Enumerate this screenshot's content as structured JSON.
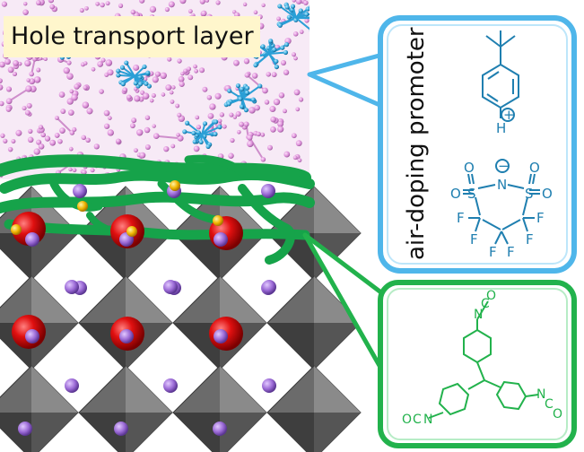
{
  "layer_label": "Hole transport layer",
  "promoter_label": "air-doping promoter",
  "pyridinium": {
    "h": "H",
    "charge": "+"
  },
  "tfsi": {
    "o": "O",
    "s": "S",
    "n": "N",
    "f": "F",
    "charge": "−"
  },
  "triisocyanate": {
    "o": "O",
    "c": "C",
    "n": "N"
  },
  "colors": {
    "green_polymer": "#16a34a",
    "blue_box": "#4fb6ea",
    "green_box": "#22b24c",
    "pink_htl": "#d98bd6",
    "blue_dopant": "#2a9fd6",
    "red_cation": "#e01010",
    "purple_anion": "#9b6ad6",
    "octahedra": "#555555"
  }
}
